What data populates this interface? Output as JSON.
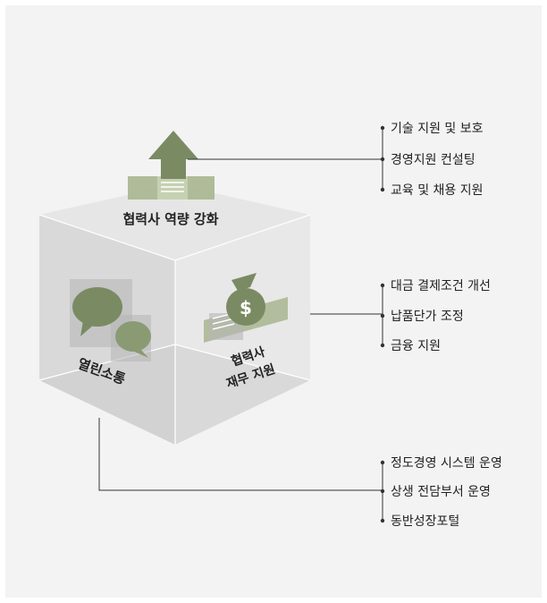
{
  "faces": {
    "top": "협력사 역량 강화",
    "left": "열린소통",
    "right_line1": "협력사",
    "right_line2": "재무 지원"
  },
  "groups": {
    "capacity": [
      "기술 지원 및 보호",
      "경영지원 컨설팅",
      "교육 및 채용 지원"
    ],
    "finance": [
      "대금 결제조건 개선",
      "납품단가 조정",
      "금융 지원"
    ],
    "communication": [
      "정도경영 시스템 운영",
      "상생 전담부서 운영",
      "동반성장포털"
    ]
  },
  "icons": [
    "upward-arrow-money-icon",
    "speech-bubbles-icon",
    "money-bag-dollar-icon"
  ],
  "colors": {
    "background": "#f3f3f3",
    "cube_top": "#e6e6e6",
    "cube_left": "#d9d9d9",
    "cube_right": "#e8e8e8",
    "icon_green": "#7a8b63",
    "leader_line": "#333333"
  }
}
